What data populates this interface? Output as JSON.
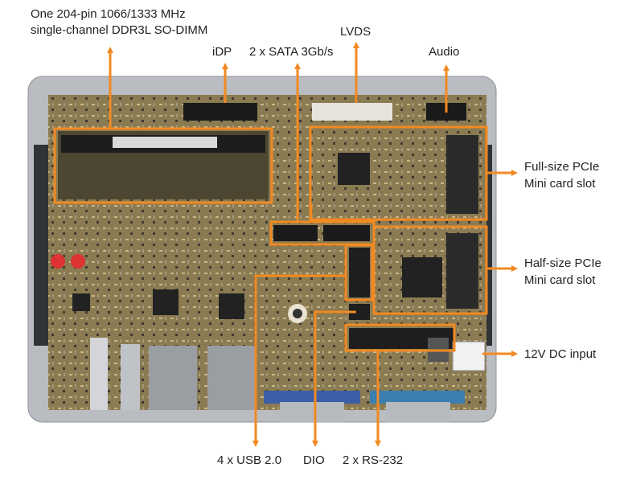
{
  "labels": {
    "memory_line1": "One 204-pin 1066/1333 MHz",
    "memory_line2": "single-channel DDR3L SO-DIMM",
    "idp": "iDP",
    "sata": "2 x SATA 3Gb/s",
    "lvds": "LVDS",
    "audio": "Audio",
    "full_pcie_line1": "Full-size PCIe",
    "full_pcie_line2": "Mini card slot",
    "half_pcie_line1": "Half-size PCIe",
    "half_pcie_line2": "Mini card slot",
    "dc_input": "12V DC input",
    "usb": "4 x USB 2.0",
    "dio": "DIO",
    "rs232": "2 x RS-232"
  },
  "colors": {
    "accent": "#F28A22",
    "pcb": "#8a7a4e",
    "frame": "#b9bcc0"
  }
}
